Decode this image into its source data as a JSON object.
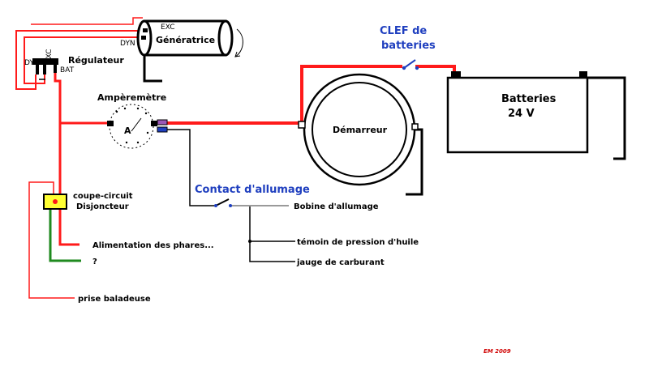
{
  "labels": {
    "generatrice": "Génératrice",
    "gen_exc": "EXC",
    "gen_dyn": "DYN",
    "regulateur": "Régulateur",
    "reg_dyn": "DYN",
    "reg_exc": "EXC",
    "reg_bat": "BAT",
    "amperemetre": "Ampèremètre",
    "ammeter_symbol": "A",
    "coupe_circuit_line1": "coupe-circuit",
    "coupe_circuit_line2": "Disjoncteur",
    "alimentation": "Alimentation des phares...",
    "unknown": "?",
    "prise": "prise baladeuse",
    "contact": "Contact d'allumage",
    "bobine": "Bobine d'allumage",
    "temoin": "témoin de pression d'huile",
    "jauge": "jauge de carburant",
    "demarreur": "Démarreur",
    "clef_line1": "CLEF de",
    "clef_line2": "batteries",
    "batteries_line1": "Batteries",
    "batteries_line2": "24 V",
    "signature": "EM 2009"
  },
  "colors": {
    "wire_red": "#ff1a1a",
    "wire_green": "#1f8a1f",
    "wire_black": "#000000",
    "wire_gray": "#9a9a9a",
    "fuse_yellow": "#ffff33",
    "label_blue": "#1f3fbf",
    "signature_red": "#d00000"
  }
}
